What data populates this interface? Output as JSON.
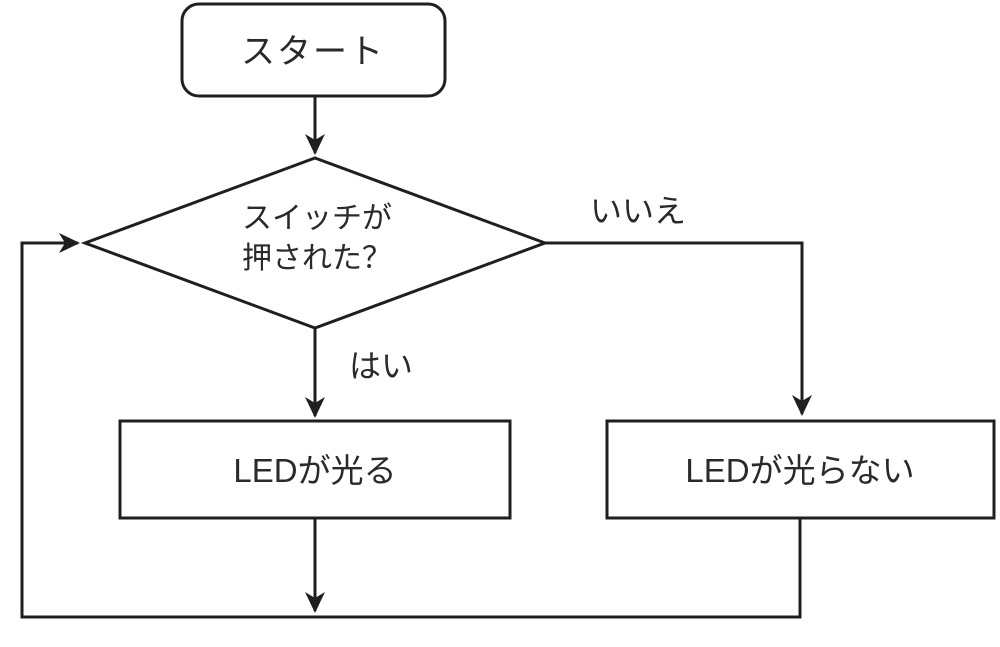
{
  "colors": {
    "stroke": "#1f1f1f",
    "text": "#2a2a2a",
    "background": "#ffffff"
  },
  "nodes": {
    "start": {
      "type": "terminator",
      "label": "スタート"
    },
    "decision": {
      "type": "decision",
      "label_line1": "スイッチが",
      "label_line2": "押された？"
    },
    "led_on": {
      "type": "process",
      "label": "LEDが光る"
    },
    "led_off": {
      "type": "process",
      "label": "LEDが光らない"
    }
  },
  "edges": {
    "yes_label": "はい",
    "no_label": "いいえ"
  }
}
